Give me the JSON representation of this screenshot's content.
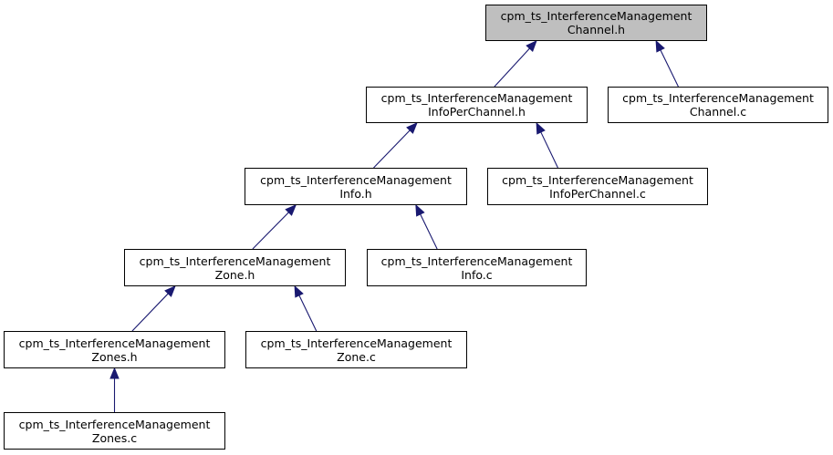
{
  "colors": {
    "edge": "#191970",
    "node_border": "#000000",
    "root_fill": "#bfbfbf",
    "node_fill": "#ffffff"
  },
  "nodes": {
    "channel_h": {
      "line1": "cpm_ts_InterferenceManagement",
      "line2": "Channel.h"
    },
    "infoperchannel_h": {
      "line1": "cpm_ts_InterferenceManagement",
      "line2": "InfoPerChannel.h"
    },
    "channel_c": {
      "line1": "cpm_ts_InterferenceManagement",
      "line2": "Channel.c"
    },
    "info_h": {
      "line1": "cpm_ts_InterferenceManagement",
      "line2": "Info.h"
    },
    "infoperchannel_c": {
      "line1": "cpm_ts_InterferenceManagement",
      "line2": "InfoPerChannel.c"
    },
    "zone_h": {
      "line1": "cpm_ts_InterferenceManagement",
      "line2": "Zone.h"
    },
    "info_c": {
      "line1": "cpm_ts_InterferenceManagement",
      "line2": "Info.c"
    },
    "zones_h": {
      "line1": "cpm_ts_InterferenceManagement",
      "line2": "Zones.h"
    },
    "zone_c": {
      "line1": "cpm_ts_InterferenceManagement",
      "line2": "Zone.c"
    },
    "zones_c": {
      "line1": "cpm_ts_InterferenceManagement",
      "line2": "Zones.c"
    }
  },
  "edges": [
    {
      "from": "infoperchannel_h",
      "to": "channel_h"
    },
    {
      "from": "channel_c",
      "to": "channel_h"
    },
    {
      "from": "info_h",
      "to": "infoperchannel_h"
    },
    {
      "from": "infoperchannel_c",
      "to": "infoperchannel_h"
    },
    {
      "from": "zone_h",
      "to": "info_h"
    },
    {
      "from": "info_c",
      "to": "info_h"
    },
    {
      "from": "zones_h",
      "to": "zone_h"
    },
    {
      "from": "zone_c",
      "to": "zone_h"
    },
    {
      "from": "zones_c",
      "to": "zones_h"
    }
  ]
}
